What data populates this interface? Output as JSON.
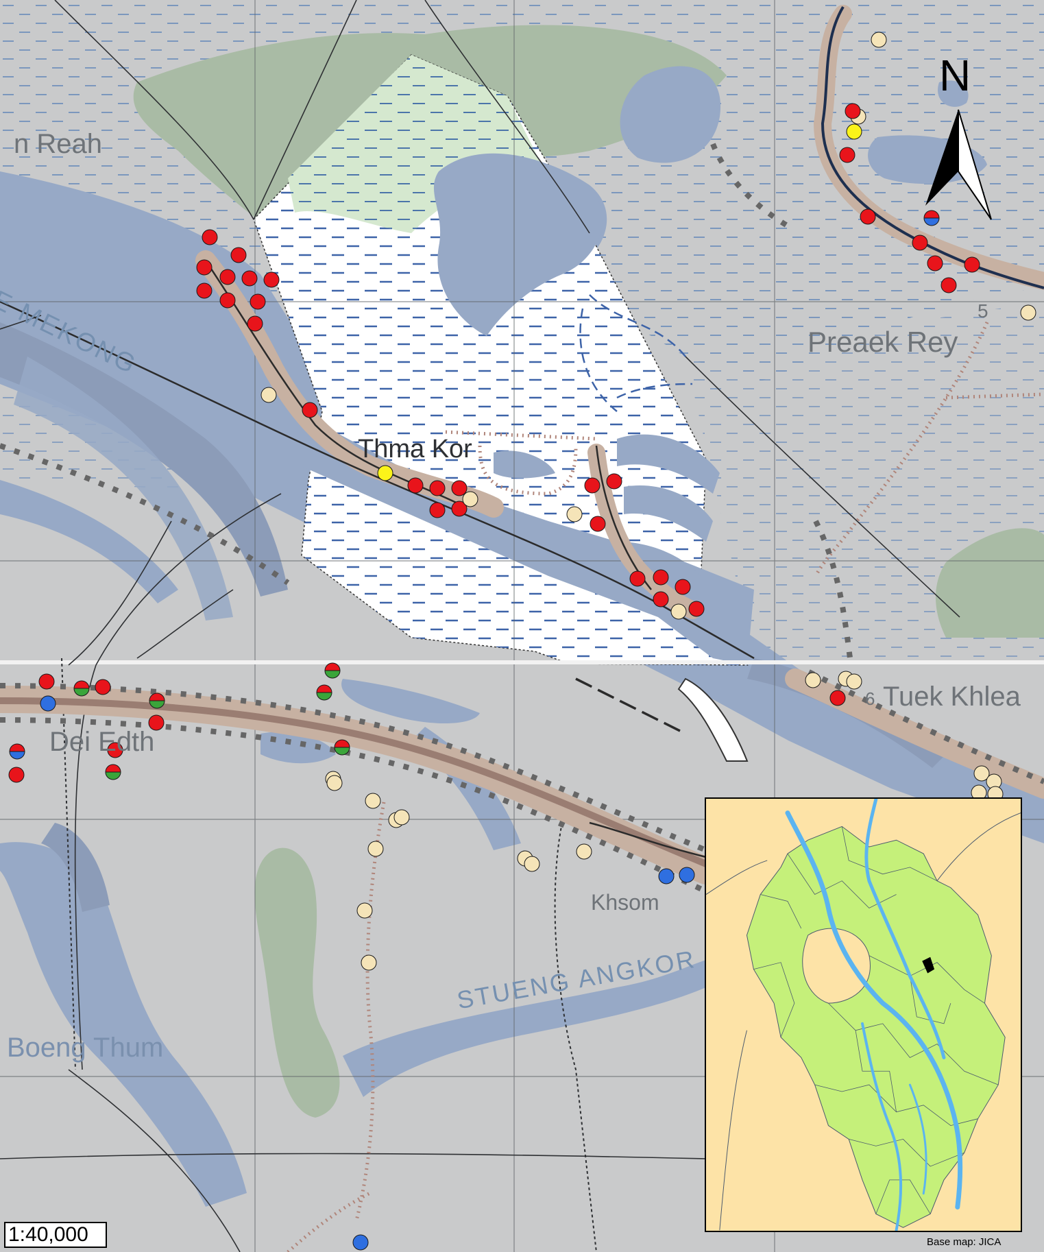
{
  "map": {
    "scale_text": "1:40,000",
    "credit_text": "Base map: JICA",
    "north_arrow_label": "N",
    "place_labels": [
      {
        "text": "n Reah",
        "kind": "village"
      },
      {
        "text": "Thma Kor",
        "kind": "village-primary"
      },
      {
        "text": "Preaek Rey",
        "kind": "village"
      },
      {
        "text": "Tuek Khlea",
        "kind": "village"
      },
      {
        "text": "Dei Edth",
        "kind": "village"
      },
      {
        "text": "Khsom",
        "kind": "village"
      },
      {
        "text": "Boeng Thum",
        "kind": "water-body"
      }
    ],
    "water_labels": [
      {
        "text": "E MEKONG"
      },
      {
        "text": "STUENG ANGKOR"
      }
    ],
    "road_number_labels": [
      "5",
      "6"
    ],
    "colors": {
      "land": "#c9cacb",
      "water": "#97a9c6",
      "dark_water": "#8c9cb8",
      "wetland_green": "#a9bba5",
      "settlement": "#c7b1a2",
      "road": "#9a7d72",
      "study_area_fill": "#ffffff",
      "marker_red": "#e8141b",
      "marker_cream": "#f5e4b8",
      "marker_yellow": "#fbf31a",
      "marker_blue": "#2f6fe0",
      "marker_green": "#3aa53a",
      "inset_background": "#fde3a7",
      "inset_provinces": "#c5f07a",
      "inset_river": "#5bb4f0",
      "inset_highlight": "#000000"
    },
    "icons": [
      "north-arrow-icon",
      "marker-red-icon",
      "marker-cream-icon",
      "marker-yellow-icon",
      "marker-blue-icon",
      "marker-split-icon"
    ]
  }
}
